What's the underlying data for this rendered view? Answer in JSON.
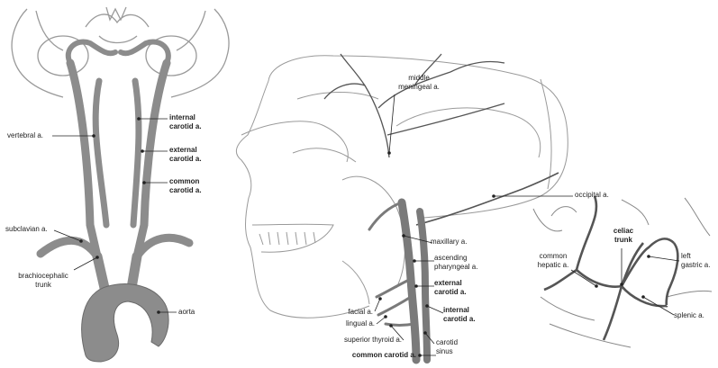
{
  "panels": {
    "left": {
      "labels": {
        "vertebral": "vertebral a.",
        "internal_carotid": "internal\ncarotid a.",
        "external_carotid": "external\ncarotid a.",
        "common_carotid": "common\ncarotid a.",
        "subclavian": "subclavian a.",
        "brachiocephalic": "brachiocephalic\ntrunk",
        "aorta": "aorta"
      }
    },
    "center": {
      "labels": {
        "middle_meningeal": "middle\nmeningeal a.",
        "occipital": "occipital a.",
        "maxillary": "maxillary a.",
        "ascending_pharyngeal": "ascending\npharyngeal a.",
        "external_carotid": "external\ncarotid a.",
        "internal_carotid": "internal\ncarotid a.",
        "facial": "facial a.",
        "lingual": "lingual a.",
        "superior_thyroid": "superior thyroid a.",
        "common_carotid": "common carotid a.",
        "carotid_sinus": "carotid\nsinus"
      }
    },
    "right": {
      "labels": {
        "celiac_trunk": "celiac\ntrunk",
        "common_hepatic": "common\nhepatic a.",
        "left_gastric": "left\ngastric a.",
        "splenic": "splenic a."
      }
    }
  },
  "colors": {
    "ink": "#222222",
    "artery": "#8c8c8c",
    "artery_dark": "#6a6a6a",
    "sketch": "#9a9a9a"
  }
}
